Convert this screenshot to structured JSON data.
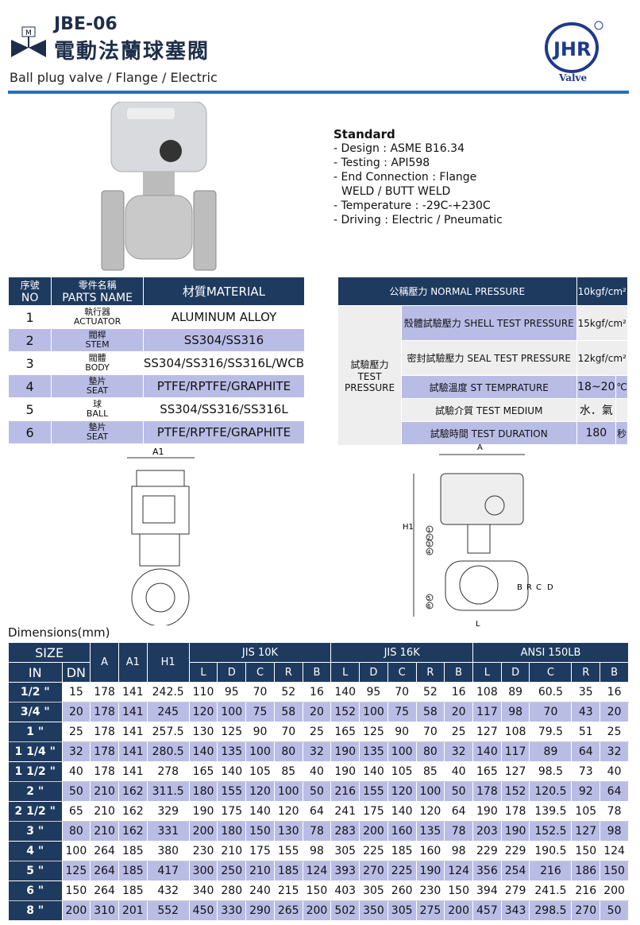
{
  "header": {
    "code": "JBE-06",
    "title_zh": "電動法蘭球塞閥",
    "subtitle": "Ball plug valve / Flange / Electric",
    "brand": "JHR",
    "brand_sub": "Valve",
    "logo_letter": "M"
  },
  "standard": {
    "title": "Standard",
    "lines": [
      "- Design : ASME B16.34",
      "- Testing : API598",
      "- End Connection : Flange",
      "WELD / BUTT WELD",
      "- Temperature : -29C-+230C",
      "- Driving : Electric / Pneumatic"
    ]
  },
  "parts": {
    "head": {
      "no_zh": "序號",
      "no_en": "NO",
      "name_zh": "零件名稱",
      "name_en": "PARTS NAME",
      "material": "材質MATERIAL"
    },
    "rows": [
      {
        "no": "1",
        "zh": "執行器",
        "en": "ACTUATOR",
        "mat": "ALUMINUM ALLOY"
      },
      {
        "no": "2",
        "zh": "閥桿",
        "en": "STEM",
        "mat": "SS304/SS316"
      },
      {
        "no": "3",
        "zh": "閥體",
        "en": "BODY",
        "mat": "SS304/SS316/SS316L/WCB"
      },
      {
        "no": "4",
        "zh": "墊片",
        "en": "SEAT",
        "mat": "PTFE/RPTFE/GRAPHITE"
      },
      {
        "no": "5",
        "zh": "球",
        "en": "BALL",
        "mat": "SS304/SS316/SS316L"
      },
      {
        "no": "6",
        "zh": "墊片",
        "en": "SEAT",
        "mat": "PTFE/RPTFE/GRAPHITE"
      }
    ]
  },
  "pressure": {
    "normal": "公稱壓力 NORMAL PRESSURE",
    "normal_val": "10kgf/cm²",
    "test_label": "試驗壓力 TEST PRESSURE",
    "shell": "殼體試驗壓力 SHELL TEST PRESSURE",
    "shell_val": "15kgf/cm²",
    "seal": "密封試驗壓力 SEAL TEST PRESSURE",
    "seal_val": "12kgf/cm²",
    "temp": "試驗溫度 ST TEMPRATURE",
    "temp_val": "18~20",
    "temp_unit": "℃",
    "medium": "試驗介質 TEST MEDIUM",
    "medium_val": "水．氣",
    "dur": "試驗時間 TEST DURATION",
    "dur_val": "180",
    "dur_unit": "秒"
  },
  "drawing": {
    "a1": "A1",
    "a": "A",
    "h1": "H1",
    "b": "B",
    "r": "R",
    "c": "C",
    "d": "D",
    "l": "L",
    "callouts": [
      "1",
      "2",
      "3",
      "4",
      "5",
      "6"
    ]
  },
  "dims": {
    "title": "Dimensions(mm)",
    "size": "SIZE",
    "in": "IN",
    "dn": "DN",
    "A": "A",
    "A1": "A1",
    "H1": "H1",
    "g1": "JIS 10K",
    "g2": "JIS 16K",
    "g3": "ANSI 150LB",
    "sub": [
      "L",
      "D",
      "C",
      "R",
      "B"
    ],
    "rows": [
      [
        "1/2 \"",
        "15",
        "178",
        "141",
        "242.5",
        "110",
        "95",
        "70",
        "52",
        "16",
        "140",
        "95",
        "70",
        "52",
        "16",
        "108",
        "89",
        "60.5",
        "35",
        "16"
      ],
      [
        "3/4 \"",
        "20",
        "178",
        "141",
        "245",
        "120",
        "100",
        "75",
        "58",
        "20",
        "152",
        "100",
        "75",
        "58",
        "20",
        "117",
        "98",
        "70",
        "43",
        "20"
      ],
      [
        "1 \"",
        "25",
        "178",
        "141",
        "257.5",
        "130",
        "125",
        "90",
        "70",
        "25",
        "165",
        "125",
        "90",
        "70",
        "25",
        "127",
        "108",
        "79.5",
        "51",
        "25"
      ],
      [
        "1 1/4 \"",
        "32",
        "178",
        "141",
        "280.5",
        "140",
        "135",
        "100",
        "80",
        "32",
        "190",
        "135",
        "100",
        "80",
        "32",
        "140",
        "117",
        "89",
        "64",
        "32"
      ],
      [
        "1 1/2 \"",
        "40",
        "178",
        "141",
        "278",
        "165",
        "140",
        "105",
        "85",
        "40",
        "190",
        "140",
        "105",
        "85",
        "40",
        "165",
        "127",
        "98.5",
        "73",
        "40"
      ],
      [
        "2 \"",
        "50",
        "210",
        "162",
        "311.5",
        "180",
        "155",
        "120",
        "100",
        "50",
        "216",
        "155",
        "120",
        "100",
        "50",
        "178",
        "152",
        "120.5",
        "92",
        "64"
      ],
      [
        "2 1/2 \"",
        "65",
        "210",
        "162",
        "329",
        "190",
        "175",
        "140",
        "120",
        "64",
        "241",
        "175",
        "140",
        "120",
        "64",
        "190",
        "178",
        "139.5",
        "105",
        "78"
      ],
      [
        "3 \"",
        "80",
        "210",
        "162",
        "331",
        "200",
        "180",
        "150",
        "130",
        "78",
        "283",
        "200",
        "160",
        "135",
        "78",
        "203",
        "190",
        "152.5",
        "127",
        "98"
      ],
      [
        "4 \"",
        "100",
        "264",
        "185",
        "380",
        "230",
        "210",
        "175",
        "155",
        "98",
        "305",
        "225",
        "185",
        "160",
        "98",
        "229",
        "229",
        "190.5",
        "150",
        "124"
      ],
      [
        "5 \"",
        "125",
        "264",
        "185",
        "417",
        "300",
        "250",
        "210",
        "185",
        "124",
        "393",
        "270",
        "225",
        "190",
        "124",
        "356",
        "254",
        "216",
        "186",
        "150"
      ],
      [
        "6 \"",
        "150",
        "264",
        "185",
        "432",
        "340",
        "280",
        "240",
        "215",
        "150",
        "403",
        "305",
        "260",
        "230",
        "150",
        "394",
        "279",
        "241.5",
        "216",
        "200"
      ],
      [
        "8 \"",
        "200",
        "310",
        "201",
        "552",
        "450",
        "330",
        "290",
        "265",
        "200",
        "502",
        "350",
        "305",
        "275",
        "200",
        "457",
        "343",
        "298.5",
        "270",
        "50"
      ]
    ]
  }
}
